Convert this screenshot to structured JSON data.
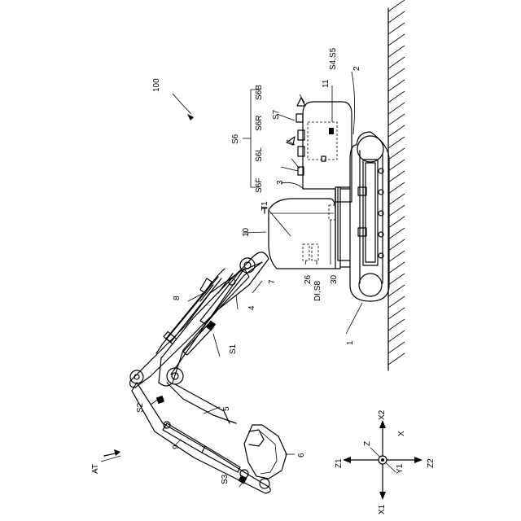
{
  "figure": {
    "ref_100": "100",
    "ref_at": "AT",
    "ref_1": "1",
    "ref_2": "2",
    "ref_3": "3",
    "ref_4": "4",
    "ref_5": "5",
    "ref_6": "6",
    "ref_7": "7",
    "ref_8": "8",
    "ref_9": "9",
    "ref_10": "10",
    "ref_11": "11",
    "ref_26": "26",
    "ref_30": "30",
    "ref_t1": "T1",
    "ref_s1": "S1",
    "ref_s2": "S2",
    "ref_s3": "S3",
    "ref_s6": "S6",
    "ref_s6f": "S6F",
    "ref_s6l": "S6L",
    "ref_s6r": "S6R",
    "ref_s6b": "S6B",
    "ref_s7": "S7",
    "ref_s4s5": "S4,S5",
    "ref_di_s8": "DI,S8"
  },
  "axes": {
    "x": "X",
    "x1": "X1",
    "x2": "X2",
    "y1": "Y1",
    "z": "Z",
    "z1": "Z1",
    "z2": "Z2"
  }
}
